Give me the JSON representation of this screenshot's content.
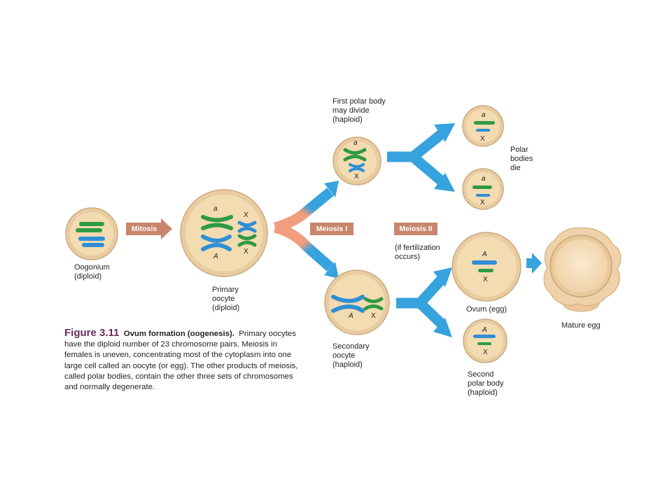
{
  "colors": {
    "cell_fill": "#f3dbb2",
    "cell_stroke": "#cfb089",
    "chromosome_green": "#2e9a44",
    "chromosome_blue": "#2f8fd4",
    "arrow_blue": "#36a2de",
    "arrow_salmon": "#f29d7e",
    "stage_box": "#c8866c",
    "figure_number": "#6b2a5c"
  },
  "labels": {
    "oogonium": "Oogonium\n(diploid)",
    "primary_oocyte": "Primary\noocyte\n(diploid)",
    "first_polar_body": "First polar body\nmay divide\n(haploid)",
    "polar_bodies_die": "Polar\nbodies\ndie",
    "secondary_oocyte": "Secondary\noocyte\n(haploid)",
    "fertilization_note": "(if fertilization\noccurs)",
    "ovum": "Ovum (egg)",
    "second_polar_body": "Second\npolar body\n(haploid)",
    "mature_egg": "Mature egg"
  },
  "stages": {
    "mitosis": "Mitosis",
    "meiosis_1": "Meiosis I",
    "meiosis_2": "Meiosis II"
  },
  "chromosome_letters": {
    "a_lower": "a",
    "a_upper": "A",
    "x": "X"
  },
  "caption": {
    "figure_number": "Figure 3.11",
    "title": "Ovum formation (oogenesis).",
    "body": "Primary oocytes have the diploid number of 23 chromosome pairs. Meiosis in females is uneven, concentrating most of the cytoplasm into one large cell called an oocyte (or egg). The other products of meiosis, called polar bodies, contain the other three sets of chromosomes and normally degenerate."
  }
}
